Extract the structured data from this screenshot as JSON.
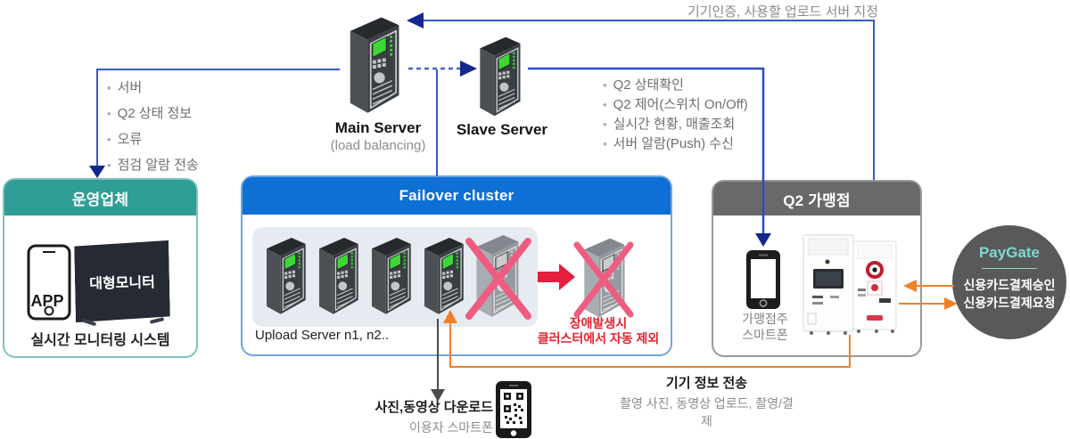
{
  "colors": {
    "blue_line": "#3558c8",
    "arrow_navy": "#14278c",
    "teal_header": "#2f9e96",
    "blue_header": "#0e6fd4",
    "gray_header": "#696969",
    "paygate_circle": "#595959",
    "paygate_teal": "#7fd8d1",
    "orange": "#f0802c",
    "red_text": "#e4232f",
    "red_x": "#ee5d7f"
  },
  "icons": {
    "server_icon": "isometric-server-tower",
    "phone_icon": "smartphone",
    "tv_icon": "large-monitor",
    "kiosk_icon": "vending-kiosk-pair",
    "qr_phone_icon": "smartphone-with-qr-code",
    "red_x_icon": "red-cross-out",
    "red_arrow_icon": "bold-red-arrow-right"
  },
  "top_flow": {
    "label": "기기인증, 사용할 업로드 서버 지정"
  },
  "main_server": {
    "name": "Main Server",
    "sub": "(load balancing)"
  },
  "slave_server": {
    "name": "Slave Server"
  },
  "to_operator_bullets": {
    "items": [
      "서버",
      "Q2 상태 정보",
      "오류",
      "점검 알람 전송"
    ]
  },
  "from_slave_bullets": {
    "items": [
      "Q2 상태확인",
      "Q2 제어(스위치 On/Off)",
      "실시간 현황, 매출조회",
      "서버 알람(Push) 수신"
    ]
  },
  "operator_box": {
    "title": "운영업체",
    "app_label": "APP",
    "monitor_label": "대형모니터",
    "caption": "실시간 모니터링 시스템"
  },
  "failover_box": {
    "title": "Failover cluster",
    "servers_label": "Upload Server n1, n2..",
    "failure_note": [
      "장애발생시",
      "클러스터에서 자동 제외"
    ]
  },
  "q2_box": {
    "title": "Q2 가맹점",
    "phone_label": [
      "가맹점주",
      "스마트폰"
    ]
  },
  "paygate": {
    "title": "PayGate",
    "approve": "신용카드결제승인",
    "request": "신용카드결제요청"
  },
  "download_note": {
    "title": "사진,동영상 다운로드",
    "sub": "이용자 스마트폰"
  },
  "device_info_note": {
    "title": "기기 정보 전송",
    "sub": "촬영 사진, 동영상 업로드, 촬영/결제"
  }
}
